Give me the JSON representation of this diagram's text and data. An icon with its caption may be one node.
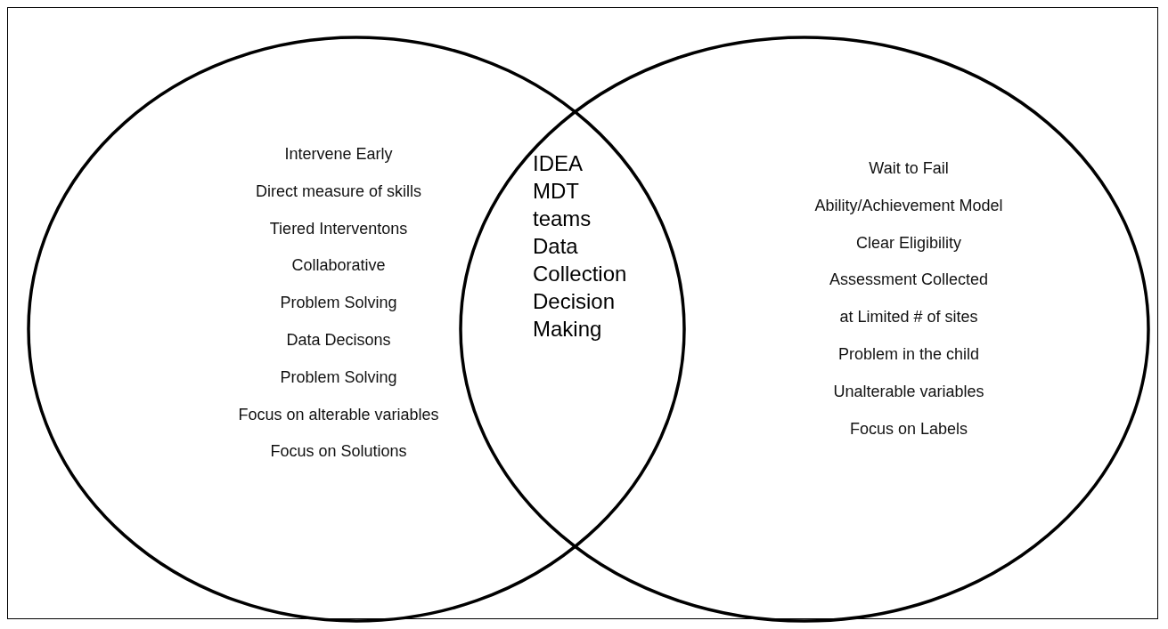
{
  "diagram": {
    "nodes": [
      {
        "text": [
          "Intervene Early",
          "Direct measure of skills",
          "Tiered Interventons",
          "Collaborative",
          "Problem Solving",
          "Data Decisons",
          "Problem Solving",
          "Focus on alterable variables",
          "Focus on Solutions"
        ]
      },
      {
        "text": [
          "Wait to Fail",
          "Ability/Achievement Model",
          "Clear Eligibility",
          "Assessment Collected",
          "at Limited # of sites",
          "Problem in the child",
          "Unalterable variables",
          "Focus on Labels"
        ]
      }
    ],
    "labels": [
      "IDEA",
      "MDT",
      "teams",
      "Data",
      "Collection",
      "Decision",
      "Making"
    ]
  }
}
